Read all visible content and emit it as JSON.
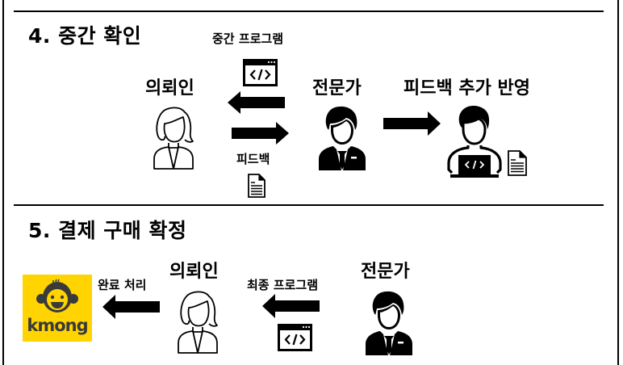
{
  "sections": [
    {
      "title": "4. 중간 확인",
      "labels": {
        "client": "의뢰인",
        "expert": "전문가",
        "intermediate_program": "중간 프로그램",
        "feedback": "피드백",
        "apply_feedback": "피드백 추가 반영"
      },
      "icons": {
        "client": "woman-user-outline-icon",
        "expert": "businessman-icon",
        "developer": "developer-laptop-icon",
        "code_window": "code-window-icon",
        "document": "document-icon",
        "arrow_left": "arrow-left-icon",
        "arrow_right": "arrow-right-icon"
      }
    },
    {
      "title": "5. 결제 구매 확정",
      "labels": {
        "client": "의뢰인",
        "expert": "전문가",
        "final_program": "최종 프로그램",
        "complete": "완료 처리"
      },
      "logo": {
        "text": "kmong",
        "background": "#FFD400",
        "text_color": "#3A3A3A"
      }
    }
  ],
  "colors": {
    "line": "#000000",
    "background": "#FFFFFF",
    "kmong_yellow": "#FFD400"
  }
}
